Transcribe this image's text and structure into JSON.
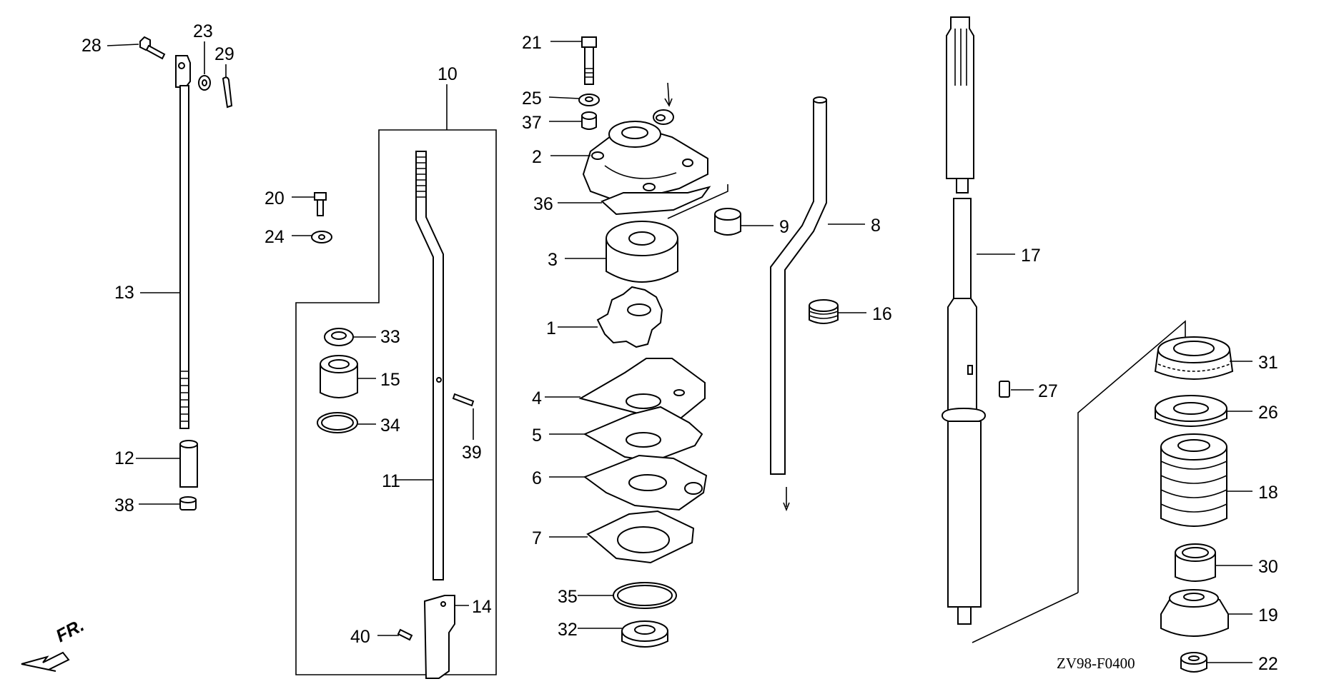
{
  "diagram_code": "ZV98-F0400",
  "front_marker": "FR.",
  "callouts": {
    "p1": "1",
    "p2": "2",
    "p3": "3",
    "p4": "4",
    "p5": "5",
    "p6": "6",
    "p7": "7",
    "p8": "8",
    "p9": "9",
    "p10": "10",
    "p11": "11",
    "p12": "12",
    "p13": "13",
    "p14": "14",
    "p15": "15",
    "p16": "16",
    "p17": "17",
    "p18": "18",
    "p19": "19",
    "p20": "20",
    "p21": "21",
    "p22": "22",
    "p23": "23",
    "p24": "24",
    "p25": "25",
    "p26": "26",
    "p27": "27",
    "p28": "28",
    "p29": "29",
    "p30": "30",
    "p31": "31",
    "p32": "32",
    "p33": "33",
    "p34": "34",
    "p35": "35",
    "p36": "36",
    "p37": "37",
    "p38": "38",
    "p39": "39",
    "p40": "40"
  },
  "colors": {
    "line": "#000000",
    "background": "#ffffff",
    "stipple": "#d9d9d9"
  }
}
